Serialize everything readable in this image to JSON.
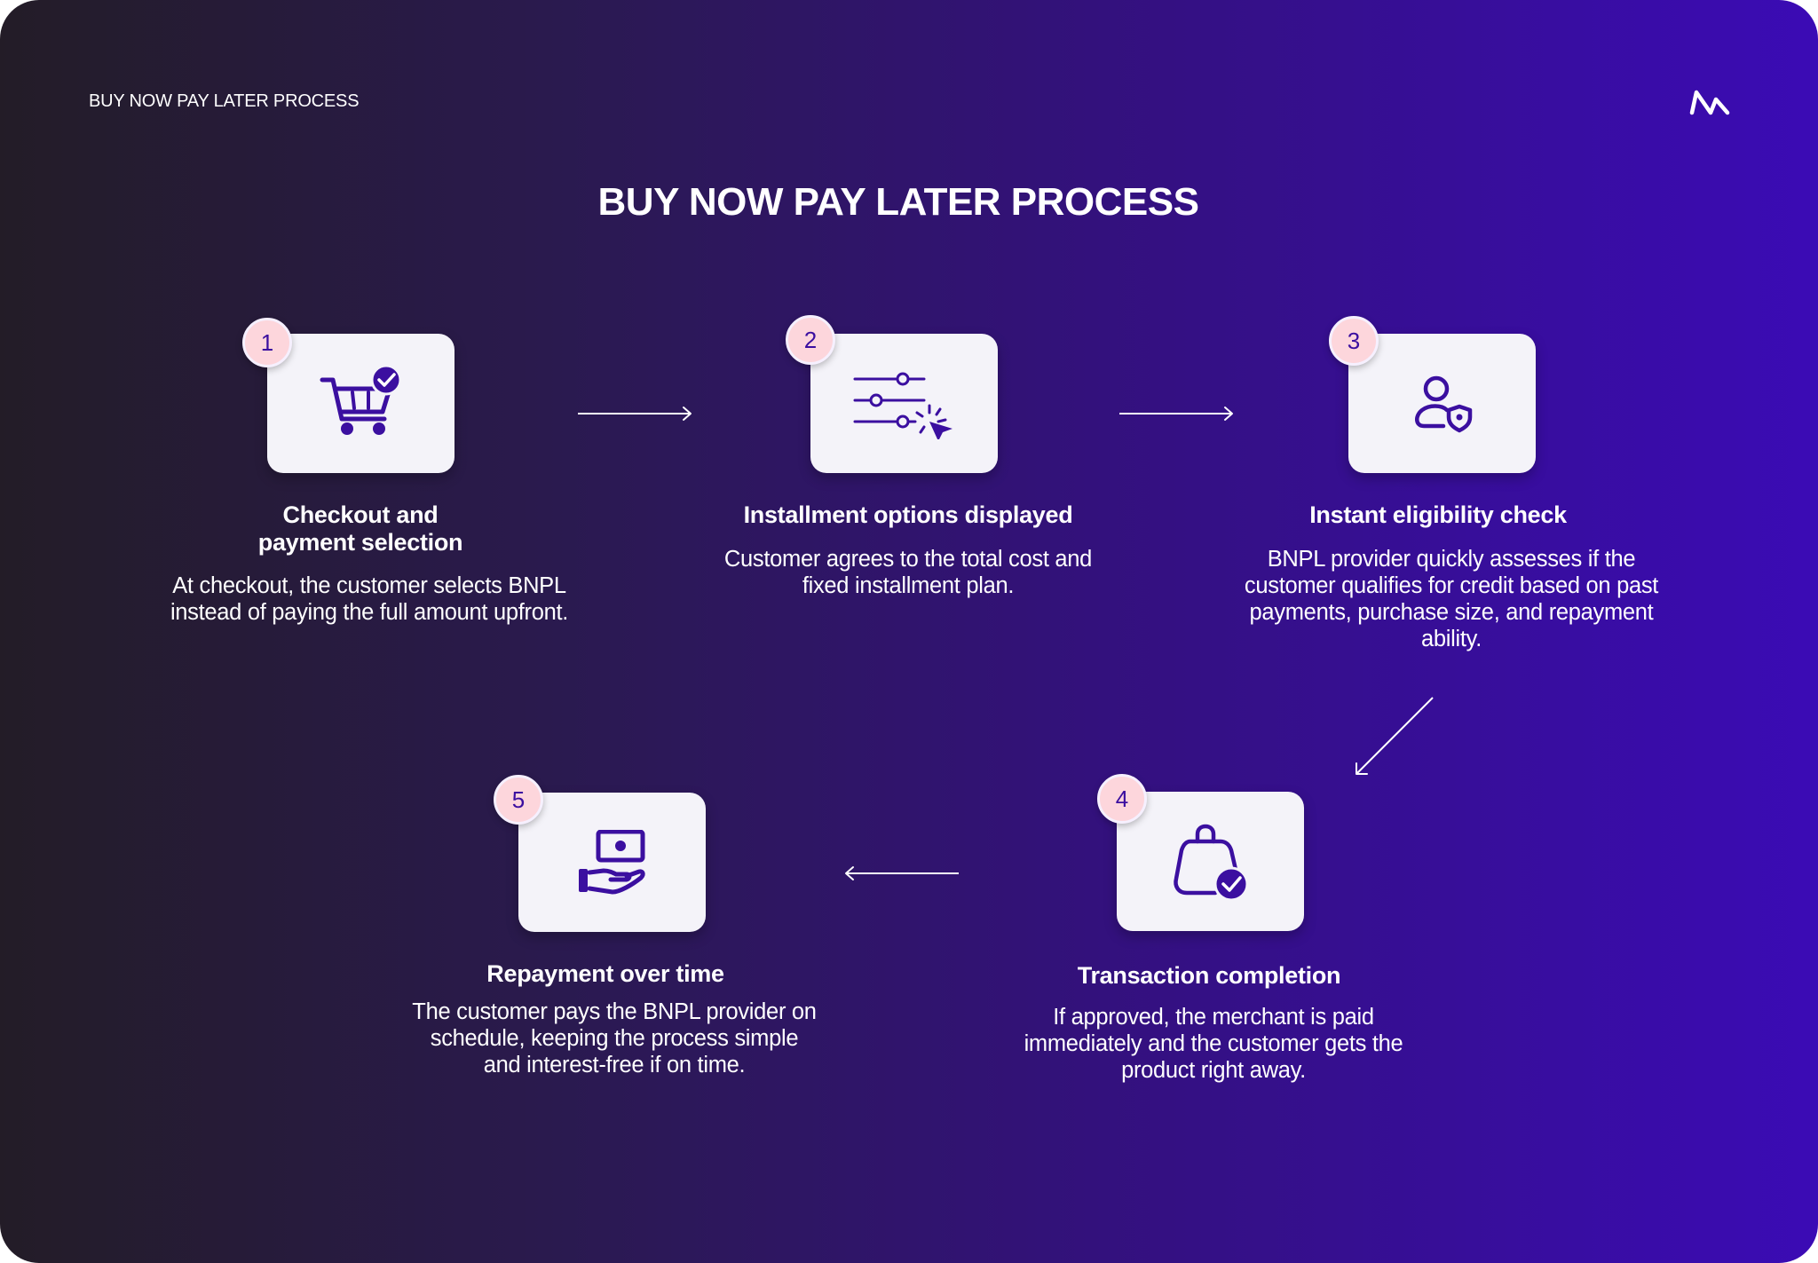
{
  "header": {
    "eyebrow": "BUY NOW PAY LATER PROCESS",
    "logo_icon": "wave-logo-icon"
  },
  "title": "BUY NOW PAY LATER  PROCESS",
  "colors": {
    "accent": "#3b0fa0",
    "badge": "#fdd6dc",
    "card": "#f4f3f9"
  },
  "steps": [
    {
      "number": "1",
      "icon": "shopping-cart-check-icon",
      "title": "Checkout and\npayment selection",
      "description": "At checkout, the customer selects BNPL instead of paying the full amount upfront."
    },
    {
      "number": "2",
      "icon": "sliders-cursor-icon",
      "title": "Installment options displayed",
      "description": "Customer agrees to the total cost and fixed installment plan."
    },
    {
      "number": "3",
      "icon": "user-shield-icon",
      "title": "Instant eligibility check",
      "description": "BNPL provider quickly assesses if the customer qualifies for credit based on past payments, purchase size, and repayment ability."
    },
    {
      "number": "4",
      "icon": "shopping-bag-check-icon",
      "title": "Transaction completion",
      "description": "If approved, the merchant is paid immediately and the customer gets the product right away."
    },
    {
      "number": "5",
      "icon": "hand-money-icon",
      "title": "Repayment over time",
      "description": "The customer pays the BNPL provider on schedule, keeping the process simple and interest-free if on time."
    }
  ],
  "connectors": [
    {
      "from": "1",
      "to": "2",
      "icon": "arrow-right-icon"
    },
    {
      "from": "2",
      "to": "3",
      "icon": "arrow-right-icon"
    },
    {
      "from": "3",
      "to": "4",
      "icon": "arrow-down-left-icon"
    },
    {
      "from": "4",
      "to": "5",
      "icon": "arrow-left-icon"
    }
  ]
}
